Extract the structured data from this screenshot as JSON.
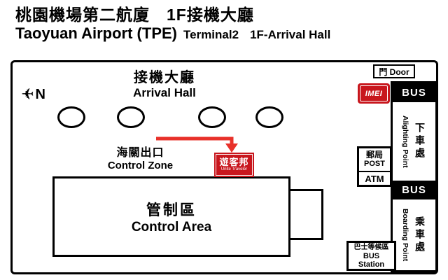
{
  "header": {
    "title_zh": "桃園機場第二航廈　1F接機大廳",
    "title_en_bold": "Taoyuan Airport (TPE)",
    "title_en_terminal": "Terminal2",
    "title_en_hall": "1F-Arrival Hall"
  },
  "compass": {
    "north": "N"
  },
  "arrival_hall": {
    "zh": "接機大廳",
    "en": "Arrival Hall"
  },
  "control_zone": {
    "zh": "海關出口",
    "en": "Control Zone"
  },
  "control_area": {
    "zh": "管制區",
    "en": "Control Area"
  },
  "traveler_badge": {
    "zh": "遊客邦",
    "en": "Unite Traveler"
  },
  "door": {
    "label": "門 Door"
  },
  "imei": {
    "label": "IMEI"
  },
  "strip": {
    "bus_top": "BUS",
    "alighting_en": "Alighting Point",
    "alighting_zh": "下車處",
    "post_zh": "郵局",
    "post_en": "POST",
    "atm": "ATM",
    "bus_bottom": "BUS",
    "boarding_en": "Boarding Point",
    "boarding_zh": "乘車處",
    "bus_station_zh": "巴士等候區",
    "bus_station_en1": "BUS",
    "bus_station_en2": "Station"
  },
  "colors": {
    "arrow_red": "#e8312a",
    "brand_red": "#c8161d",
    "line_black": "#000000"
  }
}
